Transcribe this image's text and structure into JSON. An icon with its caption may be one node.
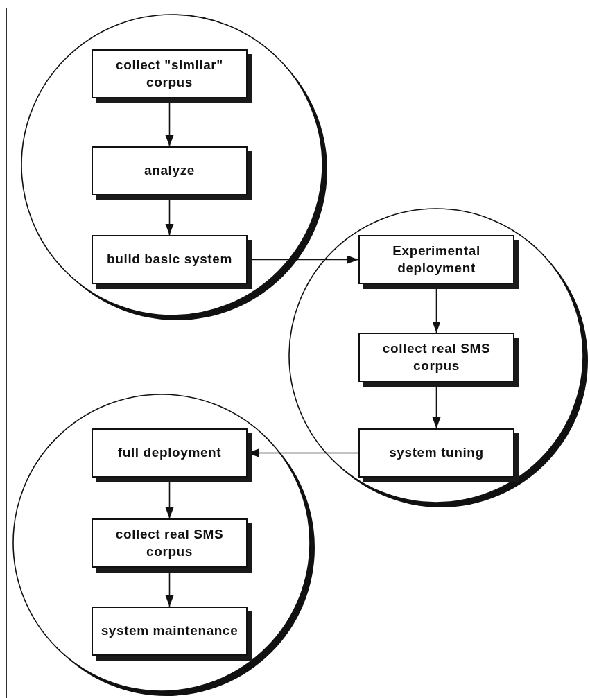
{
  "diagram": {
    "nodes": [
      {
        "text": [],
        "shape": "circle"
      },
      {
        "text": [
          "collect \"similar\" corpus"
        ],
        "in": 0
      },
      {
        "text": [
          "analyze"
        ],
        "in": 0
      },
      {
        "text": [
          "build basic system"
        ],
        "in": 0
      },
      {
        "text": [],
        "shape": "circle"
      },
      {
        "text": [
          "Experimental deployment"
        ],
        "in": 4
      },
      {
        "text": [
          "collect real SMS corpus"
        ],
        "in": 4
      },
      {
        "text": [
          "system tuning"
        ],
        "in": 4
      },
      {
        "text": [],
        "shape": "circle"
      },
      {
        "text": [
          "full deployment"
        ],
        "in": 8
      },
      {
        "text": [
          "collect real SMS corpus"
        ],
        "in": 8
      },
      {
        "text": [
          "system maintenance"
        ],
        "in": 8
      }
    ],
    "edges": [
      {
        "from": 1,
        "to": 2,
        "arrow": "to"
      },
      {
        "from": 2,
        "to": 3,
        "arrow": "to"
      },
      {
        "from": 3,
        "to": 5,
        "arrow": "to"
      },
      {
        "from": 5,
        "to": 6,
        "arrow": "to"
      },
      {
        "from": 6,
        "to": 7,
        "arrow": "to"
      },
      {
        "from": 7,
        "to": 9,
        "arrow": "to"
      },
      {
        "from": 9,
        "to": 10,
        "arrow": "to"
      },
      {
        "from": 10,
        "to": 11,
        "arrow": "to"
      }
    ]
  }
}
